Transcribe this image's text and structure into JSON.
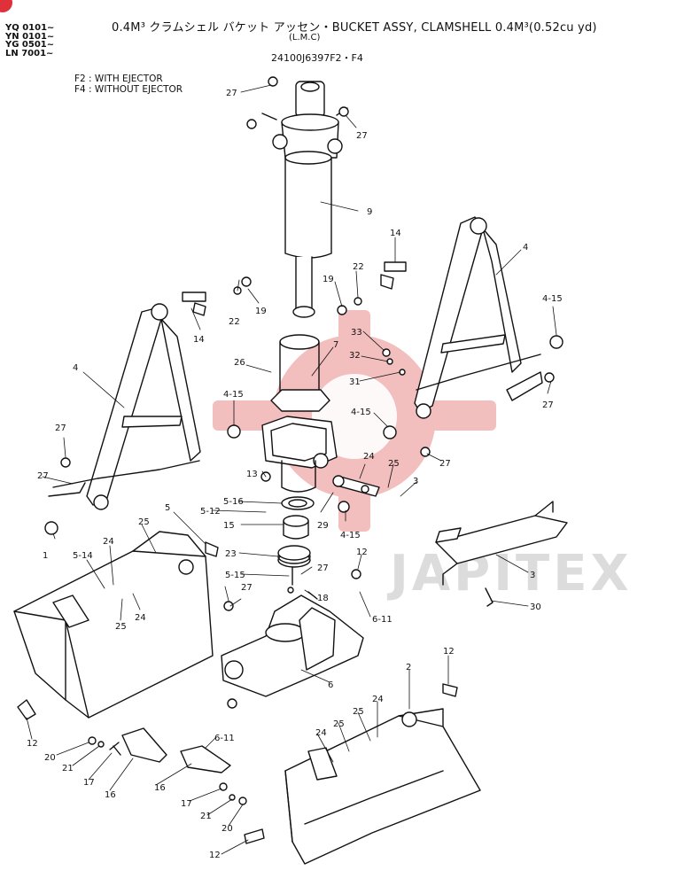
{
  "header": {
    "models": [
      "YQ 0101~",
      "YN 0101~",
      "YG 0501~",
      "LN 7001~"
    ],
    "title": "0.4M³ クラムシェル バケット アッセン・BUCKET ASSY, CLAMSHELL 0.4M³(0.52cu yd)",
    "subtitle": "(L.M.C)",
    "part_number": "24100J6397F2・F4",
    "notes": [
      "F2 : WITH EJECTOR",
      "F4 : WITHOUT EJECTOR"
    ]
  },
  "watermark": "JAPITEX",
  "colors": {
    "line": "#111111",
    "watermark": "#e8a0a0",
    "corner": "#e0303a"
  },
  "callouts": [
    {
      "id": "c1",
      "text": "27"
    },
    {
      "id": "c2",
      "text": "27"
    },
    {
      "id": "c3",
      "text": "9"
    },
    {
      "id": "c4",
      "text": "14"
    },
    {
      "id": "c5",
      "text": "4"
    },
    {
      "id": "c6",
      "text": "22"
    },
    {
      "id": "c7",
      "text": "19"
    },
    {
      "id": "c8",
      "text": "22"
    },
    {
      "id": "c9",
      "text": "19"
    },
    {
      "id": "c10",
      "text": "14"
    },
    {
      "id": "c11",
      "text": "7"
    },
    {
      "id": "c12",
      "text": "33"
    },
    {
      "id": "c13",
      "text": "32"
    },
    {
      "id": "c14",
      "text": "31"
    },
    {
      "id": "c15",
      "text": "26"
    },
    {
      "id": "c16",
      "text": "4"
    },
    {
      "id": "c17",
      "text": "4-15"
    },
    {
      "id": "c18",
      "text": "4-15"
    },
    {
      "id": "c19",
      "text": "27"
    },
    {
      "id": "c20",
      "text": "4-15"
    },
    {
      "id": "c21",
      "text": "27"
    },
    {
      "id": "c22",
      "text": "27"
    },
    {
      "id": "c23",
      "text": "13"
    },
    {
      "id": "c24",
      "text": "24"
    },
    {
      "id": "c25",
      "text": "25"
    },
    {
      "id": "c26",
      "text": "3"
    },
    {
      "id": "c27",
      "text": "27"
    },
    {
      "id": "c28",
      "text": "12"
    },
    {
      "id": "c29",
      "text": "5"
    },
    {
      "id": "c30",
      "text": "5-12"
    },
    {
      "id": "c31",
      "text": "5-16"
    },
    {
      "id": "c32",
      "text": "15"
    },
    {
      "id": "c33",
      "text": "29"
    },
    {
      "id": "c34",
      "text": "4-15"
    },
    {
      "id": "c35",
      "text": "1"
    },
    {
      "id": "c36",
      "text": "25"
    },
    {
      "id": "c37",
      "text": "24"
    },
    {
      "id": "c38",
      "text": "5-14"
    },
    {
      "id": "c39",
      "text": "23"
    },
    {
      "id": "c40",
      "text": "27"
    },
    {
      "id": "c41",
      "text": "3"
    },
    {
      "id": "c42",
      "text": "5-15"
    },
    {
      "id": "c43",
      "text": "27"
    },
    {
      "id": "c44",
      "text": "18"
    },
    {
      "id": "c45",
      "text": "30"
    },
    {
      "id": "c46",
      "text": "24"
    },
    {
      "id": "c47",
      "text": "25"
    },
    {
      "id": "c48",
      "text": "6-11"
    },
    {
      "id": "c49",
      "text": "12"
    },
    {
      "id": "c50",
      "text": "6"
    },
    {
      "id": "c51",
      "text": "2"
    },
    {
      "id": "c52",
      "text": "24"
    },
    {
      "id": "c53",
      "text": "25"
    },
    {
      "id": "c54",
      "text": "12"
    },
    {
      "id": "c55",
      "text": "6-11"
    },
    {
      "id": "c56",
      "text": "20"
    },
    {
      "id": "c57",
      "text": "21"
    },
    {
      "id": "c58",
      "text": "17"
    },
    {
      "id": "c59",
      "text": "16"
    },
    {
      "id": "c60",
      "text": "16"
    },
    {
      "id": "c61",
      "text": "24"
    },
    {
      "id": "c62",
      "text": "25"
    },
    {
      "id": "c63",
      "text": "17"
    },
    {
      "id": "c64",
      "text": "21"
    },
    {
      "id": "c65",
      "text": "20"
    },
    {
      "id": "c66",
      "text": "12"
    }
  ]
}
